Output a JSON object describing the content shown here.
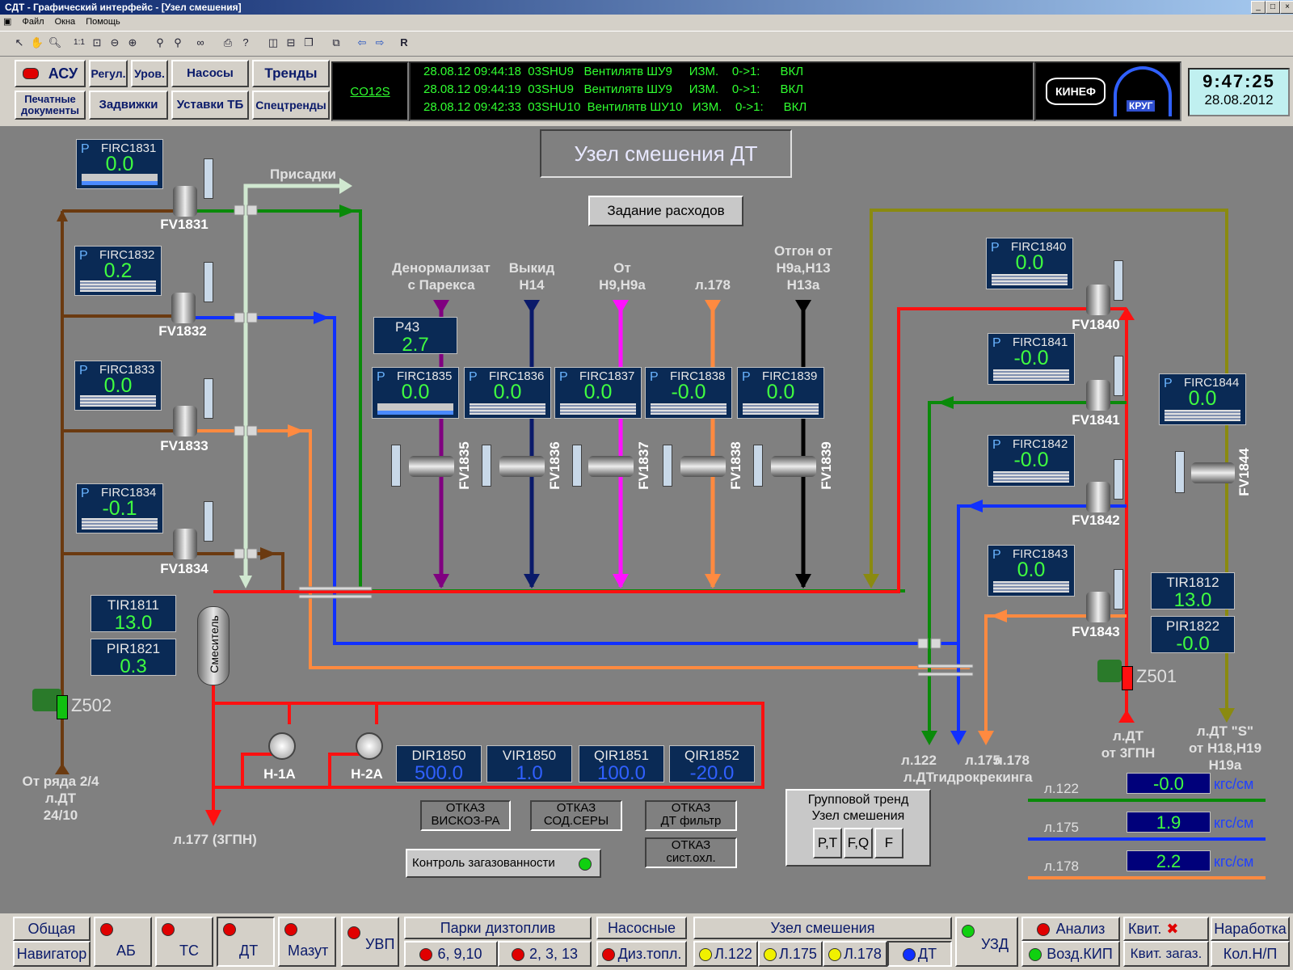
{
  "window": {
    "title": "СДТ - Графический интерфейс - [Узел смешения]"
  },
  "menu": [
    "Файл",
    "Окна",
    "Помощь"
  ],
  "toolbar": {
    "icons": [
      "arrow-icon",
      "hand-icon",
      "zoom-icon",
      "scale-1-1-icon",
      "zoom-fit-icon",
      "zoom-out-icon",
      "zoom-in-icon",
      "find-icon",
      "find2-icon",
      "binoculars-icon",
      "print-icon",
      "help-icon",
      "layout1-icon",
      "layout2-icon",
      "layout3-icon",
      "window-icon",
      "back-icon",
      "forward-icon",
      "r-icon"
    ],
    "r_label": "R"
  },
  "top_buttons": {
    "asu": "АСУ",
    "regul": "Регул.",
    "urov": "Уров.",
    "nasosy": "Насосы",
    "trendy": "Тренды",
    "pechat": "Печатные документы",
    "zadvizhki": "Задвижки",
    "ustavki": "Уставки ТБ",
    "spectrendy": "Спецтренды"
  },
  "co12s": "CO12S",
  "messages": [
    "28.08.12 09:44:18  03SHU9   Вентилятв ШУ9     ИЗМ.    0->1:      ВКЛ",
    "28.08.12 09:44:19  03SHU9   Вентилятв ШУ9     ИЗМ.    0->1:      ВКЛ",
    "28.08.12 09:42:33  03SHU10  Вентилятв ШУ10   ИЗМ.    0->1:      ВКЛ"
  ],
  "logos": {
    "kinef": "КИНЕФ",
    "krug": "КРУГ"
  },
  "clock": {
    "time": "9:47:25",
    "date": "28.08.2012"
  },
  "screen": {
    "title": "Узел смешения ДТ",
    "zadanie": "Задание расходов"
  },
  "instruments": {
    "FIRC1831": {
      "tag": "FIRC1831",
      "p": "P",
      "value": "0.0",
      "valve": "FV1831"
    },
    "FIRC1832": {
      "tag": "FIRC1832",
      "p": "P",
      "value": "0.2",
      "valve": "FV1832"
    },
    "FIRC1833": {
      "tag": "FIRC1833",
      "p": "P",
      "value": "0.0",
      "valve": "FV1833"
    },
    "FIRC1834": {
      "tag": "FIRC1834",
      "p": "P",
      "value": "-0.1",
      "valve": "FV1834"
    },
    "FIRC1835": {
      "tag": "FIRC1835",
      "p": "P",
      "value": "0.0",
      "valve": "FV1835"
    },
    "FIRC1836": {
      "tag": "FIRC1836",
      "p": "P",
      "value": "0.0",
      "valve": "FV1836"
    },
    "FIRC1837": {
      "tag": "FIRC1837",
      "p": "P",
      "value": "0.0",
      "valve": "FV1837"
    },
    "FIRC1838": {
      "tag": "FIRC1838",
      "p": "P",
      "value": "-0.0",
      "valve": "FV1838"
    },
    "FIRC1839": {
      "tag": "FIRC1839",
      "p": "P",
      "value": "0.0",
      "valve": "FV1839"
    },
    "FIRC1840": {
      "tag": "FIRC1840",
      "p": "P",
      "value": "0.0",
      "valve": "FV1840"
    },
    "FIRC1841": {
      "tag": "FIRC1841",
      "p": "P",
      "value": "-0.0",
      "valve": "FV1841"
    },
    "FIRC1842": {
      "tag": "FIRC1842",
      "p": "P",
      "value": "-0.0",
      "valve": "FV1842"
    },
    "FIRC1843": {
      "tag": "FIRC1843",
      "p": "P",
      "value": "0.0",
      "valve": "FV1843"
    },
    "FIRC1844": {
      "tag": "FIRC1844",
      "p": "P",
      "value": "0.0",
      "valve": "FV1844"
    }
  },
  "p43": {
    "tag": "P43",
    "value": "2.7"
  },
  "tir1811": {
    "tag": "TIR1811",
    "value": "13.0"
  },
  "pir1821": {
    "tag": "PIR1821",
    "value": "0.3"
  },
  "tir1812": {
    "tag": "TIR1812",
    "value": "13.0"
  },
  "pir1822": {
    "tag": "PIR1822",
    "value": "-0.0"
  },
  "dir": [
    {
      "tag": "DIR1850",
      "value": "500.0"
    },
    {
      "tag": "VIR1850",
      "value": "1.0"
    },
    {
      "tag": "QIR1851",
      "value": "100.0"
    },
    {
      "tag": "QIR1852",
      "value": "-20.0"
    }
  ],
  "labels": {
    "prisadki": "Присадки",
    "denorm": "Денормализат\nс Парекса",
    "vykid": "Выкид\nН14",
    "ot_h9": "От\nН9,Н9а",
    "l178_top": "л.178",
    "otgon": "Отгон от\nН9а,Н13\nН13а",
    "smesitel": "Смеситель",
    "z502": "Z502",
    "z501": "Z501",
    "ot_ryada": "От ряда 2/4\nл.ДТ\n24/10",
    "l177": "л.177 (3ГПН)",
    "h1a": "Н-1А",
    "h2a": "Н-2А",
    "l122_dt": "л.122\nл.ДТ",
    "l175_gk": "л.175\nгидрокрекинга",
    "l178_b": "л.178",
    "ldt_3gpn": "л.ДТ\nот 3ГПН",
    "ldt_s": "л.ДТ \"S\"\nот Н18,Н19\nН19а"
  },
  "alarms": {
    "viskoz": "ОТКАЗ\nВИСКОЗ-РА",
    "sod_sery": "ОТКАЗ\nСОД.СЕРЫ",
    "dt_filtr": "ОТКАЗ\nДТ фильтр",
    "sist_ohl": "ОТКАЗ\nсист.охл."
  },
  "gas_control": "Контроль загазованности",
  "group_trend": {
    "title": "Групповой тренд\nУзел смешения",
    "buttons": [
      "P,T",
      "F,Q",
      "F"
    ]
  },
  "pressures": [
    {
      "line": "л.122",
      "value": "-0.0",
      "unit": "кгс/см",
      "color": "#0a8a0a"
    },
    {
      "line": "л.175",
      "value": "1.9",
      "unit": "кгс/см",
      "color": "#1030ff"
    },
    {
      "line": "л.178",
      "value": "2.2",
      "unit": "кгс/см",
      "color": "#ff8a40"
    }
  ],
  "nav": {
    "obshaya": "Общая",
    "navigator": "Навигатор",
    "ab": "АБ",
    "tc": "ТС",
    "dt": "ДТ",
    "mazut": "Мазут",
    "uvp": "УВП",
    "parki": "Парки дизтоплив",
    "p6910": "6, 9,10",
    "p2313": "2, 3, 13",
    "nasosnye": "Насосные",
    "diztopl": "Диз.топл.",
    "uzel": "Узел смешения",
    "l122": "Л.122",
    "l175": "Л.175",
    "l178": "Л.178",
    "dtb": "ДТ",
    "uzd": "УЗД",
    "analiz": "Анализ",
    "vozd": "Возд.КИП",
    "kvit": "Квит.",
    "kvit_zag": "Квит. загаз.",
    "narabotka": "Наработка",
    "kolnp": "Кол.Н/П"
  }
}
